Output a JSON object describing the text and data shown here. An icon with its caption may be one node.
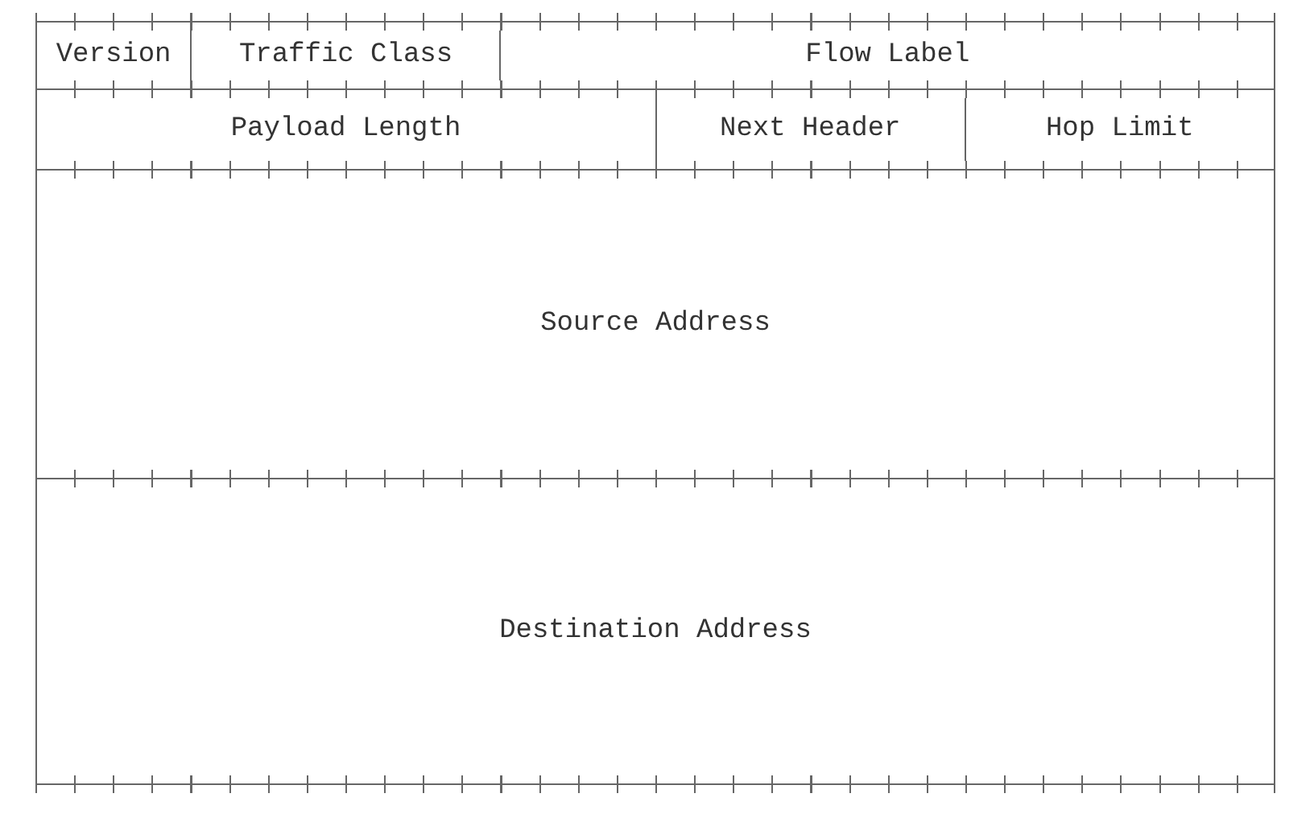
{
  "diagram": {
    "nodes": [
      {
        "text": [
          "Version"
        ]
      },
      {
        "text": [
          "Traffic Class"
        ]
      },
      {
        "text": [
          "Flow Label"
        ]
      },
      {
        "text": [
          "Payload Length"
        ]
      },
      {
        "text": [
          "Next Header"
        ]
      },
      {
        "text": [
          "Hop Limit"
        ]
      },
      {
        "text": [
          "Source Address"
        ]
      },
      {
        "text": [
          "Destination Address"
        ]
      }
    ]
  }
}
